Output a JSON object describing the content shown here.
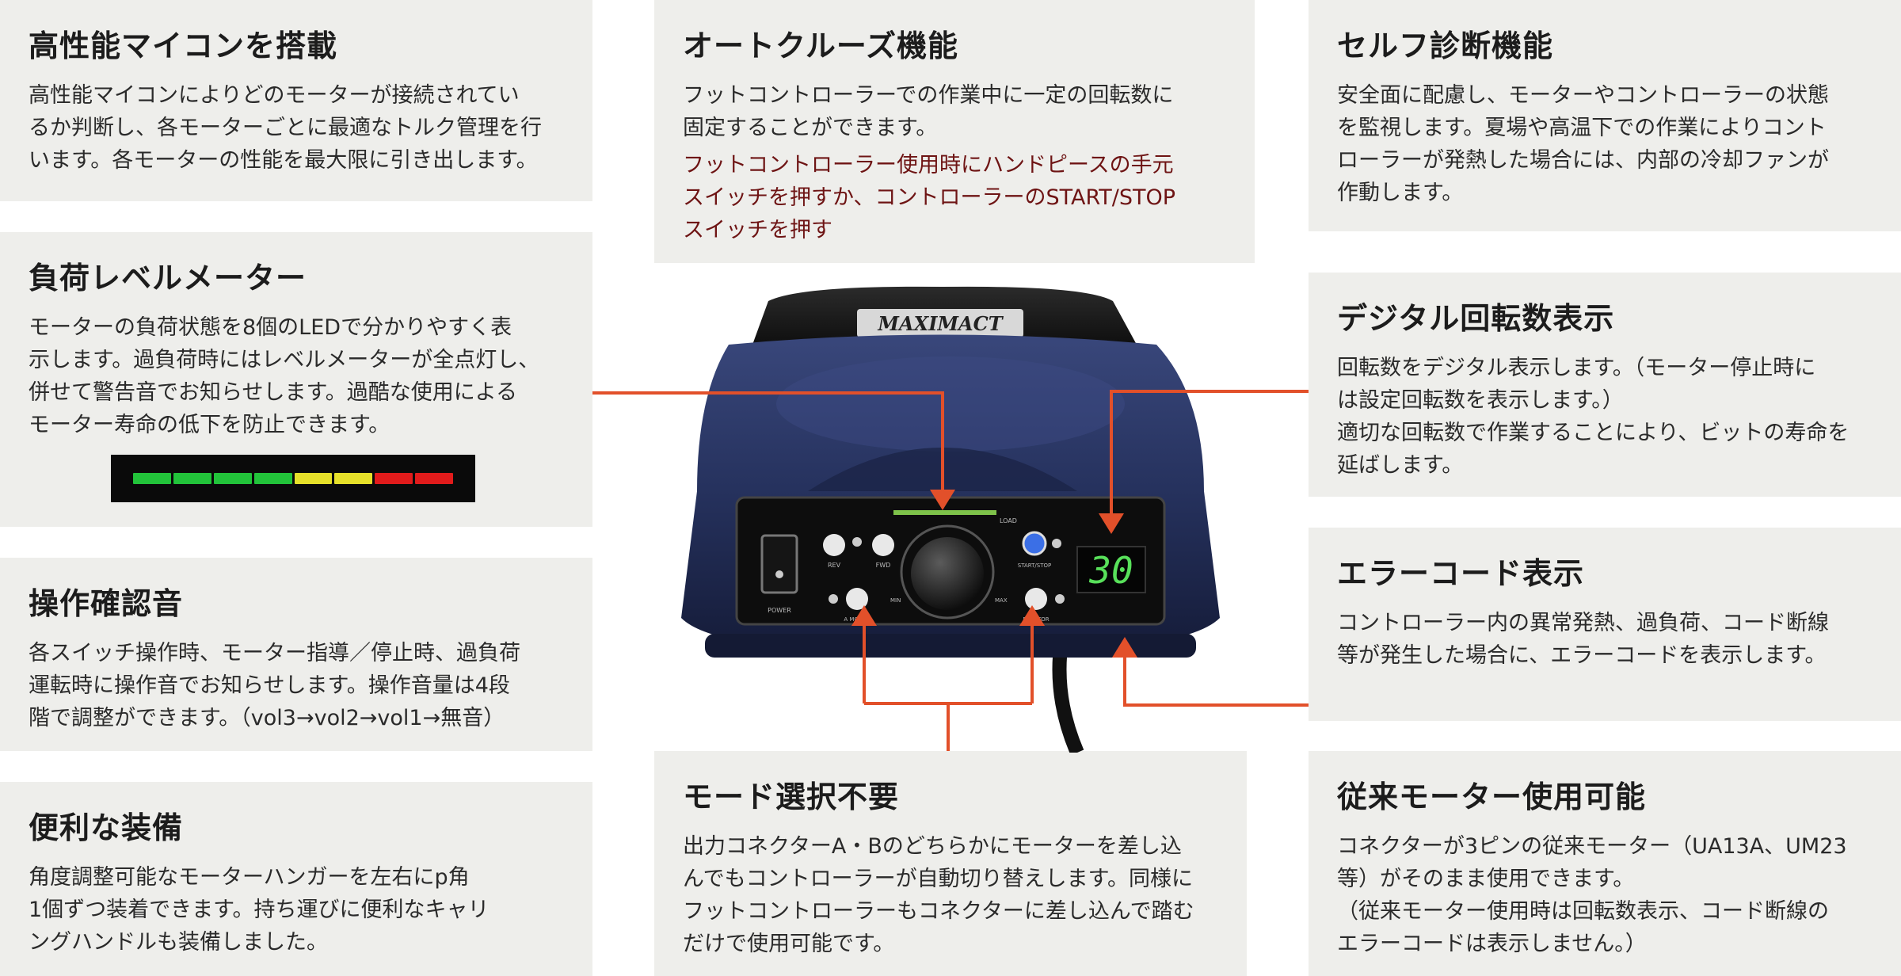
{
  "cards": {
    "microcomputer": {
      "title": "高性能マイコンを搭載",
      "body": "高性能マイコンによりどのモーターが接続されてい\nるか判断し、各モーターごとに最適なトルク管理を行\nいます。各モーターの性能を最大限に引き出します。"
    },
    "load_meter": {
      "title": "負荷レベルメーター",
      "body": "モーターの負荷状態を8個のLEDで分かりやすく表\n示します。過負荷時にはレベルメーターが全点灯し、\n併せて警告音でお知らせします。過酷な使用による\nモーター寿命の低下を防止できます。"
    },
    "sound": {
      "title": "操作確認音",
      "body": "各スイッチ操作時、モーター指導／停止時、過負荷\n運転時に操作音でお知らせします。操作音量は4段\n階で調整ができます。（vol3→vol2→vol1→無音）"
    },
    "equipment": {
      "title": "便利な装備",
      "body": "角度調整可能なモーターハンガーを左右にp角\n1個ずつ装着できます。持ち運びに便利なキャリ\nングハンドルも装備しました。"
    },
    "cruise": {
      "title": "オートクルーズ機能",
      "body": "フットコントローラーでの作業中に一定の回転数に\n固定することができます。",
      "note": "フットコントローラー使用時にハンドピースの手元\nスイッチを押すか、コントローラーのSTART/STOP\nスイッチを押す"
    },
    "mode": {
      "title": "モード選択不要",
      "body": "出力コネクターA・Bのどちらかにモーターを差し込\nんでもコントローラーが自動切り替えします。同様に\nフットコントローラーもコネクターに差し込んで踏む\nだけで使用可能です。"
    },
    "self_diag": {
      "title": "セルフ診断機能",
      "body": "安全面に配慮し、モーターやコントローラーの状態\nを監視します。夏場や高温下での作業によりコント\nローラーが発熱した場合には、内部の冷却ファンが\n作動します。"
    },
    "digital": {
      "title": "デジタル回転数表示",
      "body": "回転数をデジタル表示します。（モーター停止時に\nは設定回転数を表示します。）\n適切な回転数で作業することにより、ビットの寿命を\n延ばします。"
    },
    "error": {
      "title": "エラーコード表示",
      "body": "コントローラー内の異常発熱、過負荷、コード断線\n等が発生した場合に、エラーコードを表示します。"
    },
    "legacy": {
      "title": "従来モーター使用可能",
      "body": "コネクターが3ピンの従来モーター（UA13A、UM23\n等）がそのまま使用できます。\n（従来モーター使用時は回転数表示、コード断線の\nエラーコードは表示しません。）"
    }
  },
  "led_meter": {
    "colors": [
      "#22c33a",
      "#22c33a",
      "#22c33a",
      "#22c33a",
      "#e6e02a",
      "#e6e02a",
      "#e11b1b",
      "#e11b1b"
    ]
  },
  "device": {
    "brand": "MAXIMACT",
    "display": "30",
    "labels": {
      "power": "POWER",
      "rev": "REV",
      "fwd": "FWD",
      "start_stop": "START/STOP",
      "load": "LOAD",
      "min": "MIN",
      "max": "MAX",
      "a_motor": "A MOTOR",
      "b_motor": "B MOTOR"
    }
  },
  "colors": {
    "card_bg": "#eeeeeb",
    "connector": "#e2502a",
    "note_text": "#6e1414",
    "device_body": "#26325e"
  }
}
